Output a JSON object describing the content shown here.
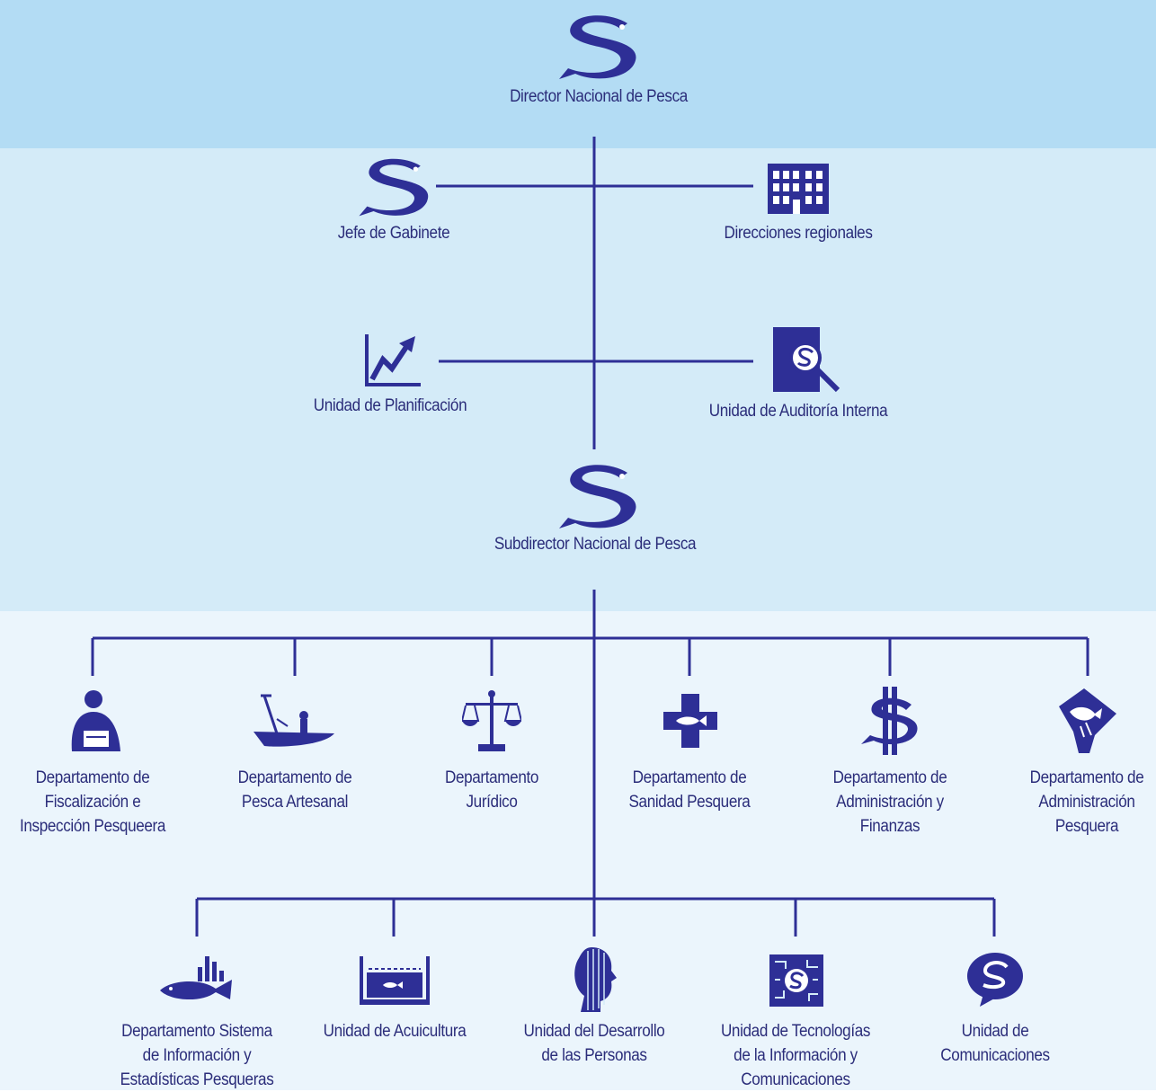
{
  "colors": {
    "primary": "#2e2f96",
    "text": "#2b2d7a",
    "band_top": "#b3dcf4",
    "band_middle": "#d4ebf8",
    "band_bottom": "#ebf5fc"
  },
  "nodes": {
    "director": {
      "label": "Director Nacional de Pesca",
      "icon": "fish-s-logo-icon"
    },
    "jefe_gabinete": {
      "label": "Jefe de Gabinete",
      "icon": "fish-s-logo-icon"
    },
    "direcciones_regionales": {
      "label": "Direcciones regionales",
      "icon": "building-icon"
    },
    "planificacion": {
      "label": "Unidad de Planificación",
      "icon": "growth-chart-icon"
    },
    "auditoria": {
      "label": "Unidad de Auditoría Interna",
      "icon": "magnifier-document-icon"
    },
    "subdirector": {
      "label": "Subdirector Nacional de Pesca",
      "icon": "fish-s-logo-icon"
    }
  },
  "departments_row1": [
    {
      "lines": [
        "Departamento de",
        "Fiscalización e",
        "Inspección Pesqueera"
      ],
      "icon": "inspector-icon"
    },
    {
      "lines": [
        "Departamento de",
        "Pesca Artesanal"
      ],
      "icon": "fishing-boat-icon"
    },
    {
      "lines": [
        "Departamento",
        "Jurídico"
      ],
      "icon": "scales-icon"
    },
    {
      "lines": [
        "Departamento de",
        "Sanidad Pesquera"
      ],
      "icon": "health-cross-fish-icon"
    },
    {
      "lines": [
        "Departamento de",
        "Administración y",
        "Finanzas"
      ],
      "icon": "dollar-fish-icon"
    },
    {
      "lines": [
        "Departamento de",
        "Administración",
        "Pesquera"
      ],
      "icon": "hand-fish-icon"
    }
  ],
  "departments_row2": [
    {
      "lines": [
        "Departamento Sistema",
        "de Información y",
        "Estadísticas Pesqueras"
      ],
      "icon": "fish-statistics-icon"
    },
    {
      "lines": [
        "Unidad de Acuicultura"
      ],
      "icon": "aquaculture-tank-icon"
    },
    {
      "lines": [
        "Unidad del Desarrollo",
        "de las Personas"
      ],
      "icon": "people-profile-icon"
    },
    {
      "lines": [
        "Unidad de Tecnologías",
        "de la Información y",
        "Comunicaciones"
      ],
      "icon": "circuit-chip-icon"
    },
    {
      "lines": [
        "Unidad de",
        "Comunicaciones"
      ],
      "icon": "speech-bubble-logo-icon"
    }
  ]
}
